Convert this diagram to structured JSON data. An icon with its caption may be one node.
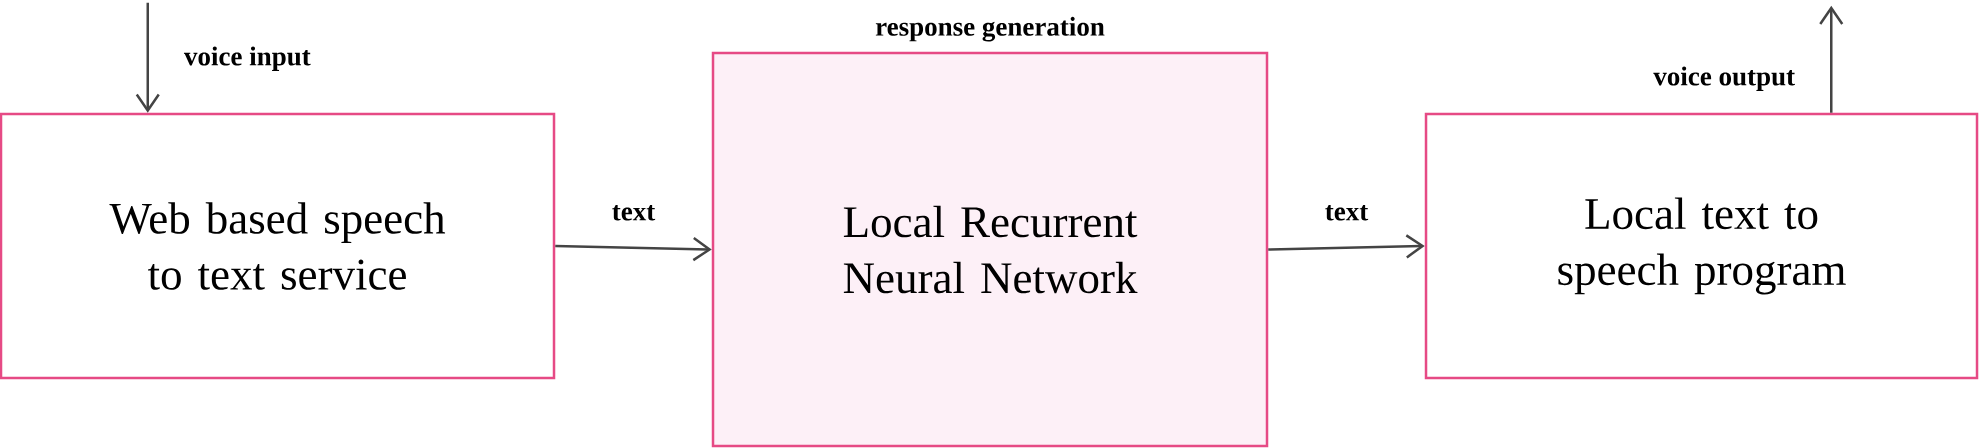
{
  "diagram": {
    "nodes": [
      {
        "text": [
          "Web based speech to text service"
        ]
      },
      {
        "text": [
          "response generation",
          "Local Recurrent Neural Network"
        ]
      },
      {
        "text": [
          "Local text to speech program"
        ]
      }
    ],
    "edges": [
      {
        "from": null,
        "to": 0,
        "label": "voice input",
        "arrow": "to"
      },
      {
        "from": 0,
        "to": 1,
        "label": "text",
        "arrow": "to"
      },
      {
        "from": 1,
        "to": 2,
        "label": "text",
        "arrow": "to"
      },
      {
        "from": 2,
        "to": null,
        "label": "voice output",
        "arrow": "to"
      }
    ]
  }
}
